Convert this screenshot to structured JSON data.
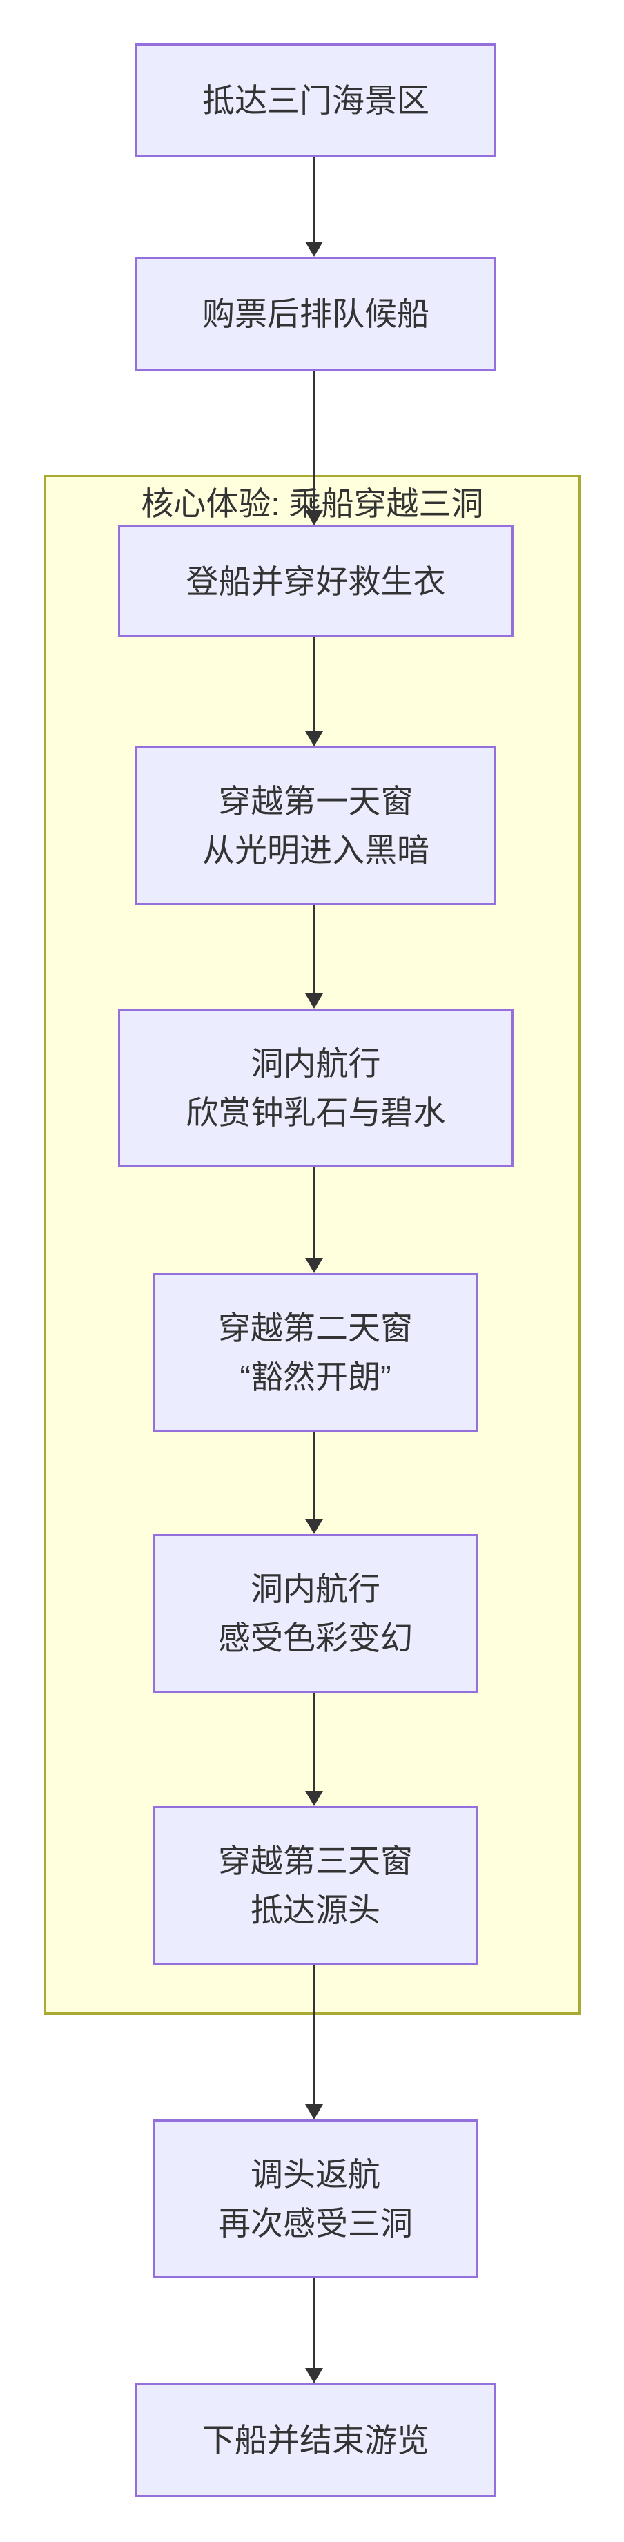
{
  "diagram": {
    "type": "flowchart",
    "direction": "top-down",
    "subgraph": {
      "title": "核心体验: 乘船穿越三洞"
    },
    "nodes": [
      {
        "lines": [
          "抵达三门海景区"
        ]
      },
      {
        "lines": [
          "购票后排队候船"
        ]
      },
      {
        "lines": [
          "登船并穿好救生衣"
        ]
      },
      {
        "lines": [
          "穿越第一天窗",
          "从光明进入黑暗"
        ]
      },
      {
        "lines": [
          "洞内航行",
          "欣赏钟乳石与碧水"
        ]
      },
      {
        "lines": [
          "穿越第二天窗",
          "“豁然开朗”"
        ]
      },
      {
        "lines": [
          "洞内航行",
          "感受色彩变幻"
        ]
      },
      {
        "lines": [
          "穿越第三天窗",
          "抵达源头"
        ]
      },
      {
        "lines": [
          "调头返航",
          "再次感受三洞"
        ]
      },
      {
        "lines": [
          "下船并结束游览"
        ]
      }
    ],
    "edges": [
      [
        0,
        1
      ],
      [
        1,
        2
      ],
      [
        2,
        3
      ],
      [
        3,
        4
      ],
      [
        4,
        5
      ],
      [
        5,
        6
      ],
      [
        6,
        7
      ],
      [
        7,
        8
      ],
      [
        8,
        9
      ]
    ]
  },
  "colors": {
    "node_fill": "#ECECFF",
    "node_border": "#9370DB",
    "cluster_fill": "#FFFFDE",
    "cluster_border": "#AAAA33",
    "edge": "#333333",
    "text": "#333333"
  }
}
